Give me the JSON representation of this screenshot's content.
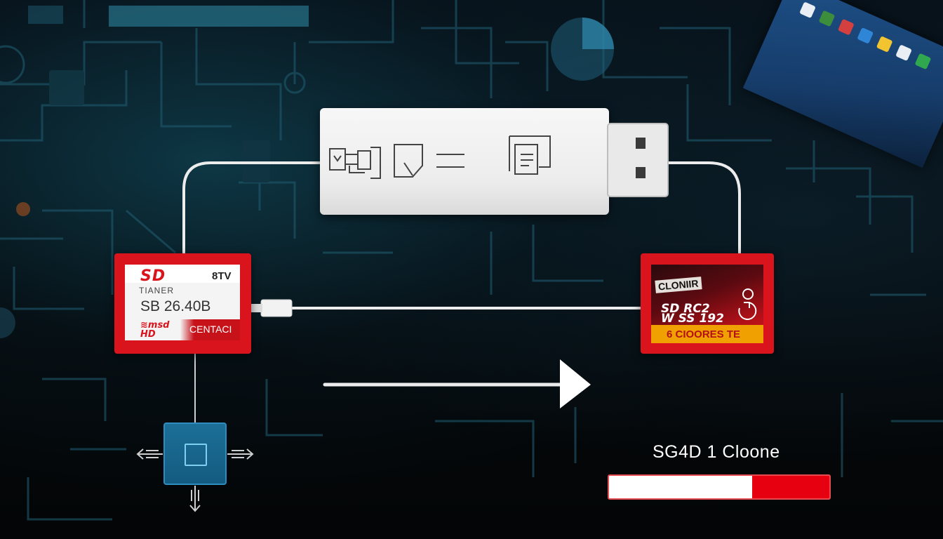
{
  "left_card": {
    "logo": "SD",
    "capacity": "8TV",
    "line2": "TIANER",
    "line3": "SB 26.40B",
    "micro_logo_line1": "≋msd",
    "micro_logo_line2": "HD",
    "tag": "CENTACI"
  },
  "right_card": {
    "sticker": "CLONIIR",
    "logo_line1": "SD RC2",
    "logo_line2": "W SS 192",
    "bar_text": "6 CIOORES TE"
  },
  "progress": {
    "label": "SG4D 1 Cloone",
    "fill_fraction": 0.35,
    "fill_color": "#e60010"
  },
  "icons": {
    "drive_icons": [
      "adapter-icon",
      "card-icon",
      "equals-icon",
      "document-icon"
    ],
    "chip_arrows": [
      "arrow-left-icon",
      "arrow-right-icon",
      "arrow-down-icon"
    ]
  },
  "colors": {
    "sd_red": "#d9141d",
    "chip_blue": "#1c6f98",
    "bar_orange": "#f0a000"
  }
}
